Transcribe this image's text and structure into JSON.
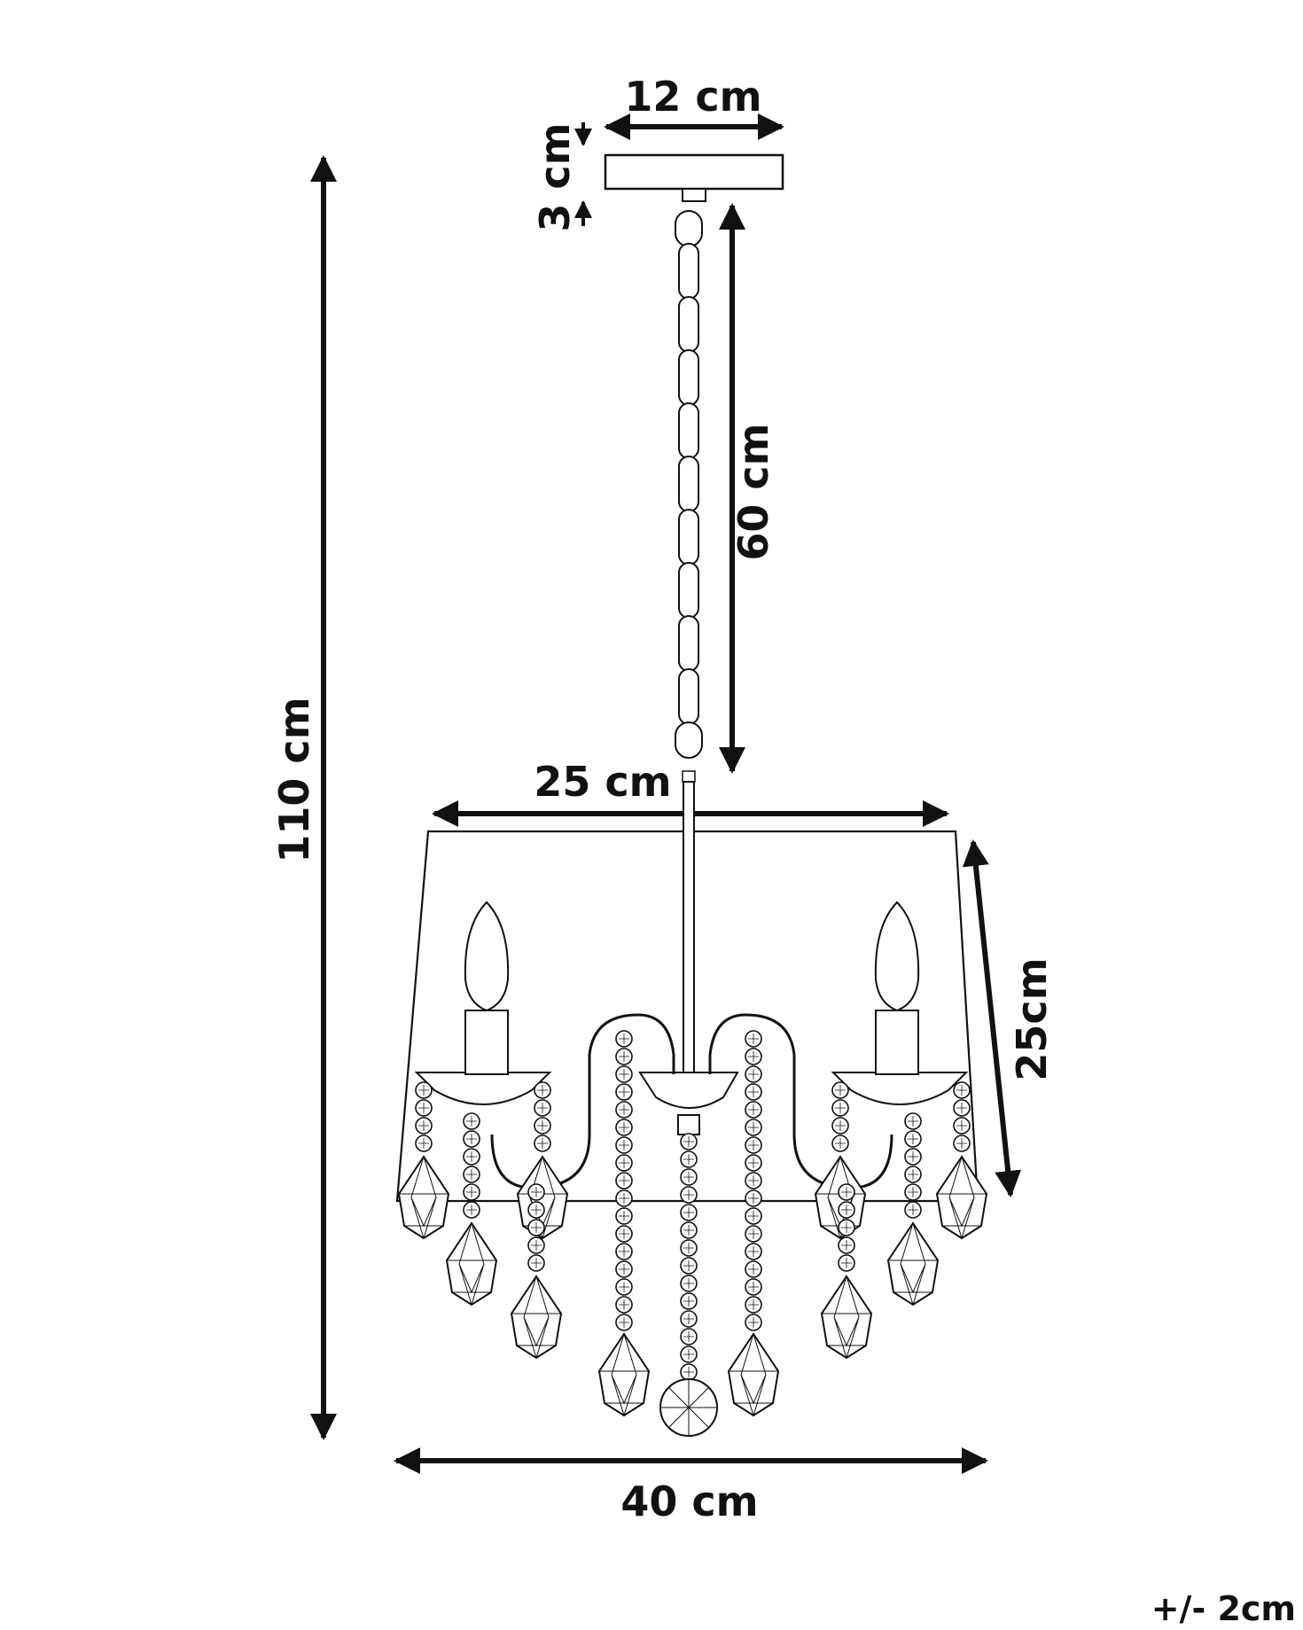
{
  "dimensions": {
    "canopy_width": "12 cm",
    "canopy_height": "3 cm",
    "chain_length": "60 cm",
    "total_height": "110 cm",
    "shade_top_width": "25 cm",
    "shade_height": "25cm",
    "total_width": "40 cm"
  },
  "tolerance": "+/- 2cm",
  "colors": {
    "ink": "#111111",
    "background": "#ffffff"
  }
}
